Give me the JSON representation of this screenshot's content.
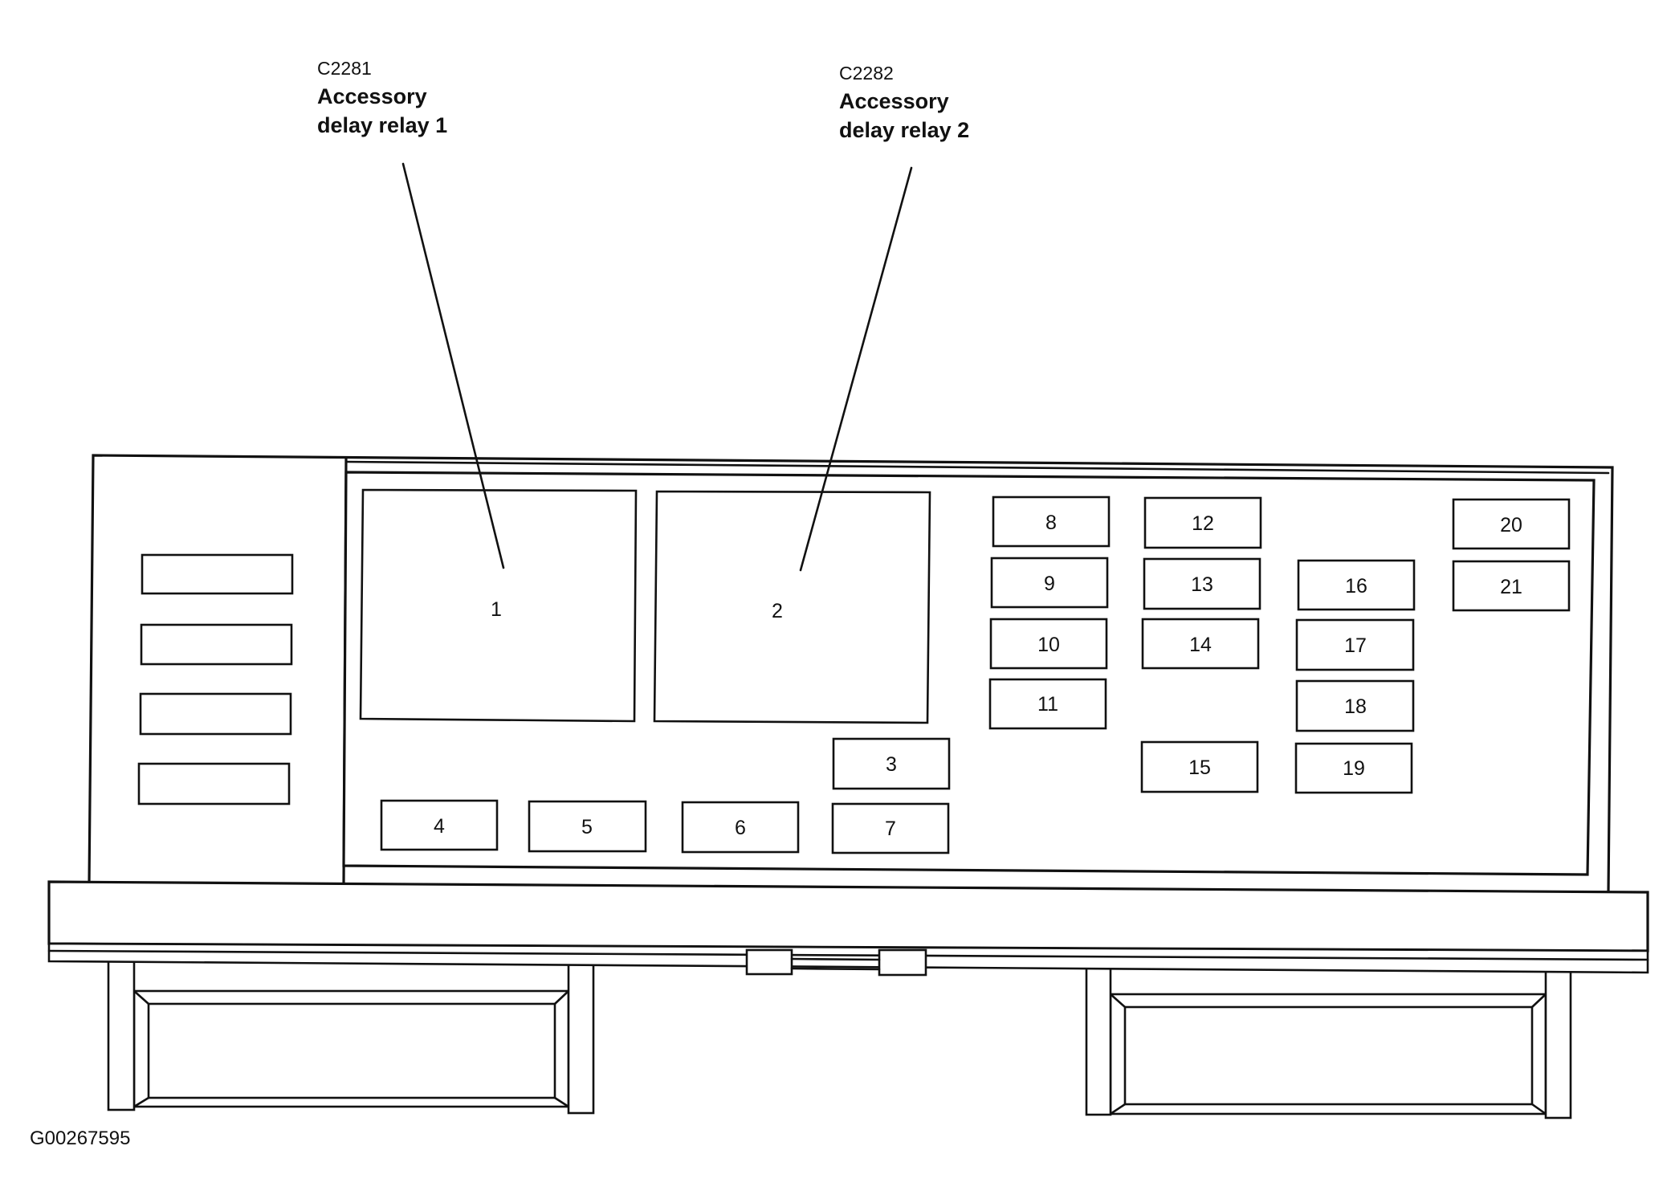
{
  "callouts": [
    {
      "connector": "C2281",
      "line1": "Accessory",
      "line2": "delay relay 1"
    },
    {
      "connector": "C2282",
      "line1": "Accessory",
      "line2": "delay relay 2"
    }
  ],
  "fuse_box": {
    "relays": [
      "1",
      "2"
    ],
    "fuses": [
      "3",
      "4",
      "5",
      "6",
      "7",
      "8",
      "9",
      "10",
      "11",
      "12",
      "13",
      "14",
      "15",
      "16",
      "17",
      "18",
      "19",
      "20",
      "21"
    ]
  },
  "figure_id": "G00267595"
}
